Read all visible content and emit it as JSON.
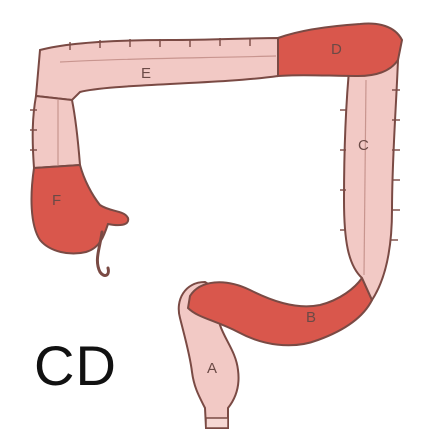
{
  "title": "CD",
  "colors": {
    "healthy": "#f2c9c5",
    "inflamed": "#d9574c",
    "outline": "#7a4a44",
    "background": "#ffffff"
  },
  "segments": [
    {
      "id": "A",
      "label": "A",
      "state": "healthy"
    },
    {
      "id": "B",
      "label": "B",
      "state": "inflamed"
    },
    {
      "id": "C",
      "label": "C",
      "state": "healthy"
    },
    {
      "id": "D",
      "label": "D",
      "state": "inflamed"
    },
    {
      "id": "E",
      "label": "E",
      "state": "healthy"
    },
    {
      "id": "F",
      "label": "F",
      "state": "inflamed"
    }
  ]
}
